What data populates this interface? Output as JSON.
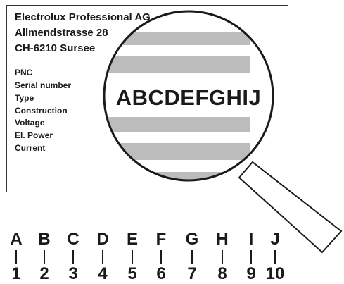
{
  "plate": {
    "company": "Electrolux Professional AG",
    "street": "Allmendstrasse 28",
    "city": "CH-6210 Sursee",
    "fields": [
      "PNC",
      "Serial number",
      "Type",
      "Construction",
      "Voltage",
      "El. Power",
      "Current"
    ]
  },
  "magnifier": {
    "code": "ABCDEFGHIJ"
  },
  "legend": {
    "letters": [
      "A",
      "B",
      "C",
      "D",
      "E",
      "F",
      "G",
      "H",
      "I",
      "J"
    ],
    "numbers": [
      "1",
      "2",
      "3",
      "4",
      "5",
      "6",
      "7",
      "8",
      "9",
      "10"
    ]
  }
}
